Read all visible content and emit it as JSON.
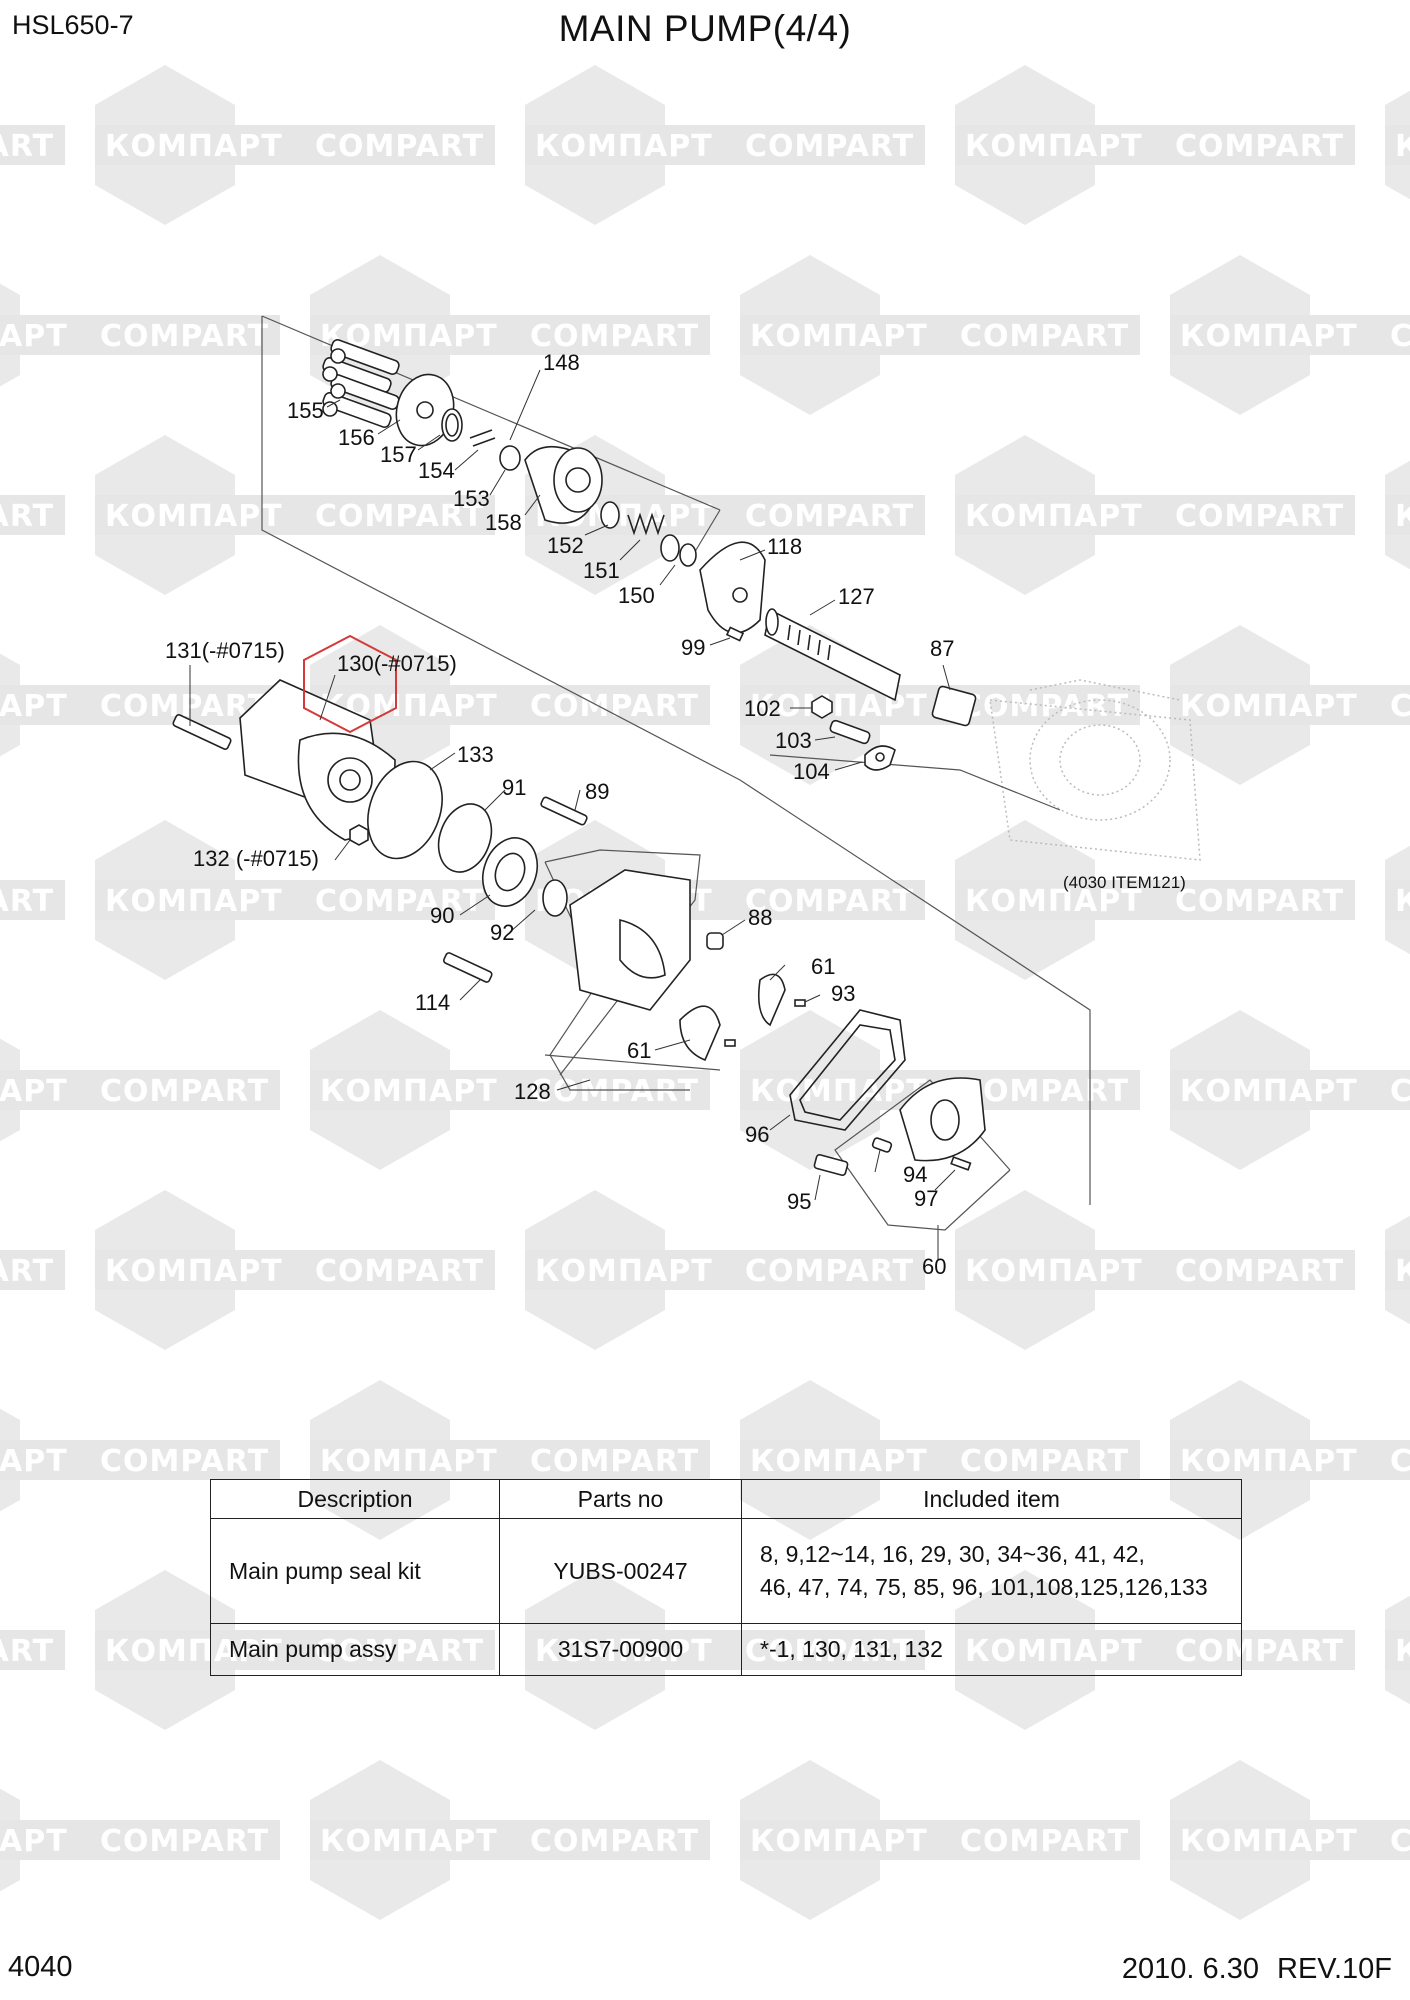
{
  "header": {
    "model": "HSL650-7",
    "title": "MAIN PUMP(4/4)"
  },
  "watermark": {
    "brand_latin": "COMPART",
    "brand_cyrillic": "КОМПАРТ"
  },
  "diagram": {
    "callouts": [
      {
        "id": "c148",
        "text": "148"
      },
      {
        "id": "c155",
        "text": "155"
      },
      {
        "id": "c156",
        "text": "156"
      },
      {
        "id": "c157",
        "text": "157"
      },
      {
        "id": "c154",
        "text": "154"
      },
      {
        "id": "c153",
        "text": "153"
      },
      {
        "id": "c158",
        "text": "158"
      },
      {
        "id": "c152",
        "text": "152"
      },
      {
        "id": "c151",
        "text": "151"
      },
      {
        "id": "c150",
        "text": "150"
      },
      {
        "id": "c118",
        "text": "118"
      },
      {
        "id": "c127",
        "text": "127"
      },
      {
        "id": "c99",
        "text": "99"
      },
      {
        "id": "c87",
        "text": "87"
      },
      {
        "id": "c131",
        "text": "131(-#0715)"
      },
      {
        "id": "c130",
        "text": "130(-#0715)"
      },
      {
        "id": "c102",
        "text": "102"
      },
      {
        "id": "c103",
        "text": "103"
      },
      {
        "id": "c104",
        "text": "104"
      },
      {
        "id": "c133",
        "text": "133"
      },
      {
        "id": "c91",
        "text": "91"
      },
      {
        "id": "c89",
        "text": "89"
      },
      {
        "id": "c132",
        "text": "132 (-#0715)"
      },
      {
        "id": "c4030",
        "text": "(4030 ITEM121)"
      },
      {
        "id": "c90",
        "text": "90"
      },
      {
        "id": "c92",
        "text": "92"
      },
      {
        "id": "c88",
        "text": "88"
      },
      {
        "id": "c61a",
        "text": "61"
      },
      {
        "id": "c93",
        "text": "93"
      },
      {
        "id": "c114",
        "text": "114"
      },
      {
        "id": "c61b",
        "text": "61"
      },
      {
        "id": "c128",
        "text": "128"
      },
      {
        "id": "c96",
        "text": "96"
      },
      {
        "id": "c94",
        "text": "94"
      },
      {
        "id": "c97",
        "text": "97"
      },
      {
        "id": "c95",
        "text": "95"
      },
      {
        "id": "c60",
        "text": "60"
      }
    ]
  },
  "table": {
    "headers": [
      "Description",
      "Parts no",
      "Included item"
    ],
    "rows": [
      {
        "description": "Main pump seal kit",
        "parts_no": "YUBS-00247",
        "included_line1": "8, 9,12~14, 16, 29, 30, 34~36, 41, 42,",
        "included_line2": "46, 47, 74, 75, 85, 96, 101,108,125,126,133"
      },
      {
        "description": "Main pump assy",
        "parts_no": "31S7-00900",
        "included_line1": "*-1, 130, 131, 132"
      }
    ]
  },
  "footer": {
    "page_number": "4040",
    "date": "2010. 6.30",
    "revision": "REV.10F"
  }
}
